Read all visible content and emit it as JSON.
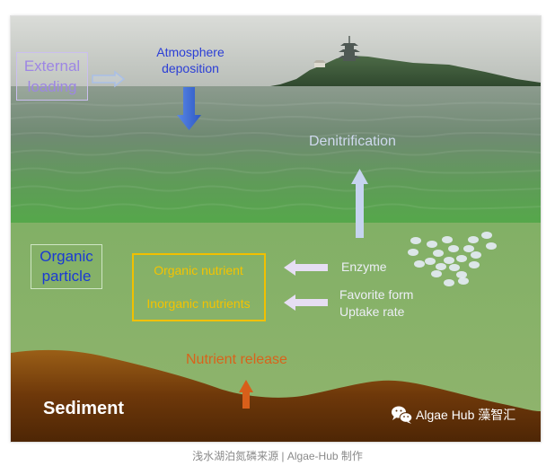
{
  "labels": {
    "external_loading": [
      "External",
      "loading"
    ],
    "atmosphere_deposition": [
      "Atmosphere",
      "deposition"
    ],
    "denitrification": "Denitrification",
    "organic_particle": [
      "Organic",
      "particle"
    ],
    "organic_nutrient": "Organic nutrient",
    "inorganic_nutrients": "Inorganic nutrients",
    "enzyme": "Enzyme",
    "favorite_form": "Favorite form",
    "uptake_rate": "Uptake rate",
    "nutrient_release": "Nutrient release",
    "sediment": "Sediment"
  },
  "watermark": {
    "icon": "wechat-icon",
    "text": "Algae Hub 藻智汇"
  },
  "caption": "浅水湖泊氮磷来源 | Algae-Hub 制作",
  "colors": {
    "external_loading": "#9d86e4",
    "atmosphere_deposition": "#2b3ed6",
    "denitrification": "#cfd9ee",
    "organic_particle": "#1a3ad3",
    "nutrient_box": "#f4c300",
    "nutrient_release": "#d8631b",
    "sediment_label": "#ffffff",
    "water_surface": "#55a84a",
    "water_column": "#88b26a",
    "sediment": "#8a5312"
  }
}
